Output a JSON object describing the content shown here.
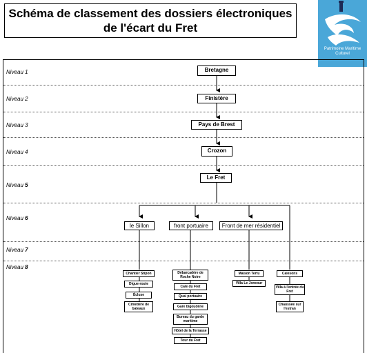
{
  "title": {
    "line1": "Schéma de classement des dossiers électroniques",
    "line2": "de l'écart du Fret"
  },
  "logo": {
    "line1": "Patrimoine Maritime",
    "line2": "Culturel"
  },
  "levels": [
    {
      "label": "Niveau ",
      "num": "1"
    },
    {
      "label": "Niveau ",
      "num": "2"
    },
    {
      "label": "Niveau ",
      "num": "3"
    },
    {
      "label": "Niveau ",
      "num": "4"
    },
    {
      "label": "Niveau ",
      "num": "5"
    },
    {
      "label": "Niveau ",
      "num": "6"
    },
    {
      "label": "Niveau ",
      "num": "7"
    },
    {
      "label": "Niveau ",
      "num": "8"
    }
  ],
  "chain": [
    "Bretagne",
    "Finistère",
    "Pays de Brest",
    "Crozon",
    "Le Fret"
  ],
  "level6": [
    "le Sillon",
    "front portuaire",
    "Front de mer résidentiel"
  ],
  "sillon_items": [
    "Chantier Stipon",
    "Digue-route",
    "Écluse",
    "Cimetière de bateaux"
  ],
  "portuaire_items": [
    "Débarcadère de Roche Noire",
    "Cale du Fret",
    "Quai portuaire",
    "Gare bigoudène",
    "Bureau du garde maritime",
    "Hôtel de la Terrasse",
    "Tour du Fret"
  ],
  "residentiel_items": [
    "Maison Tertu",
    "Villa Le Joncour"
  ],
  "calesons": {
    "label": "Calesons",
    "items": [
      "Villa à l'entrée du Fret",
      "Chaussée sur l'estran"
    ]
  }
}
